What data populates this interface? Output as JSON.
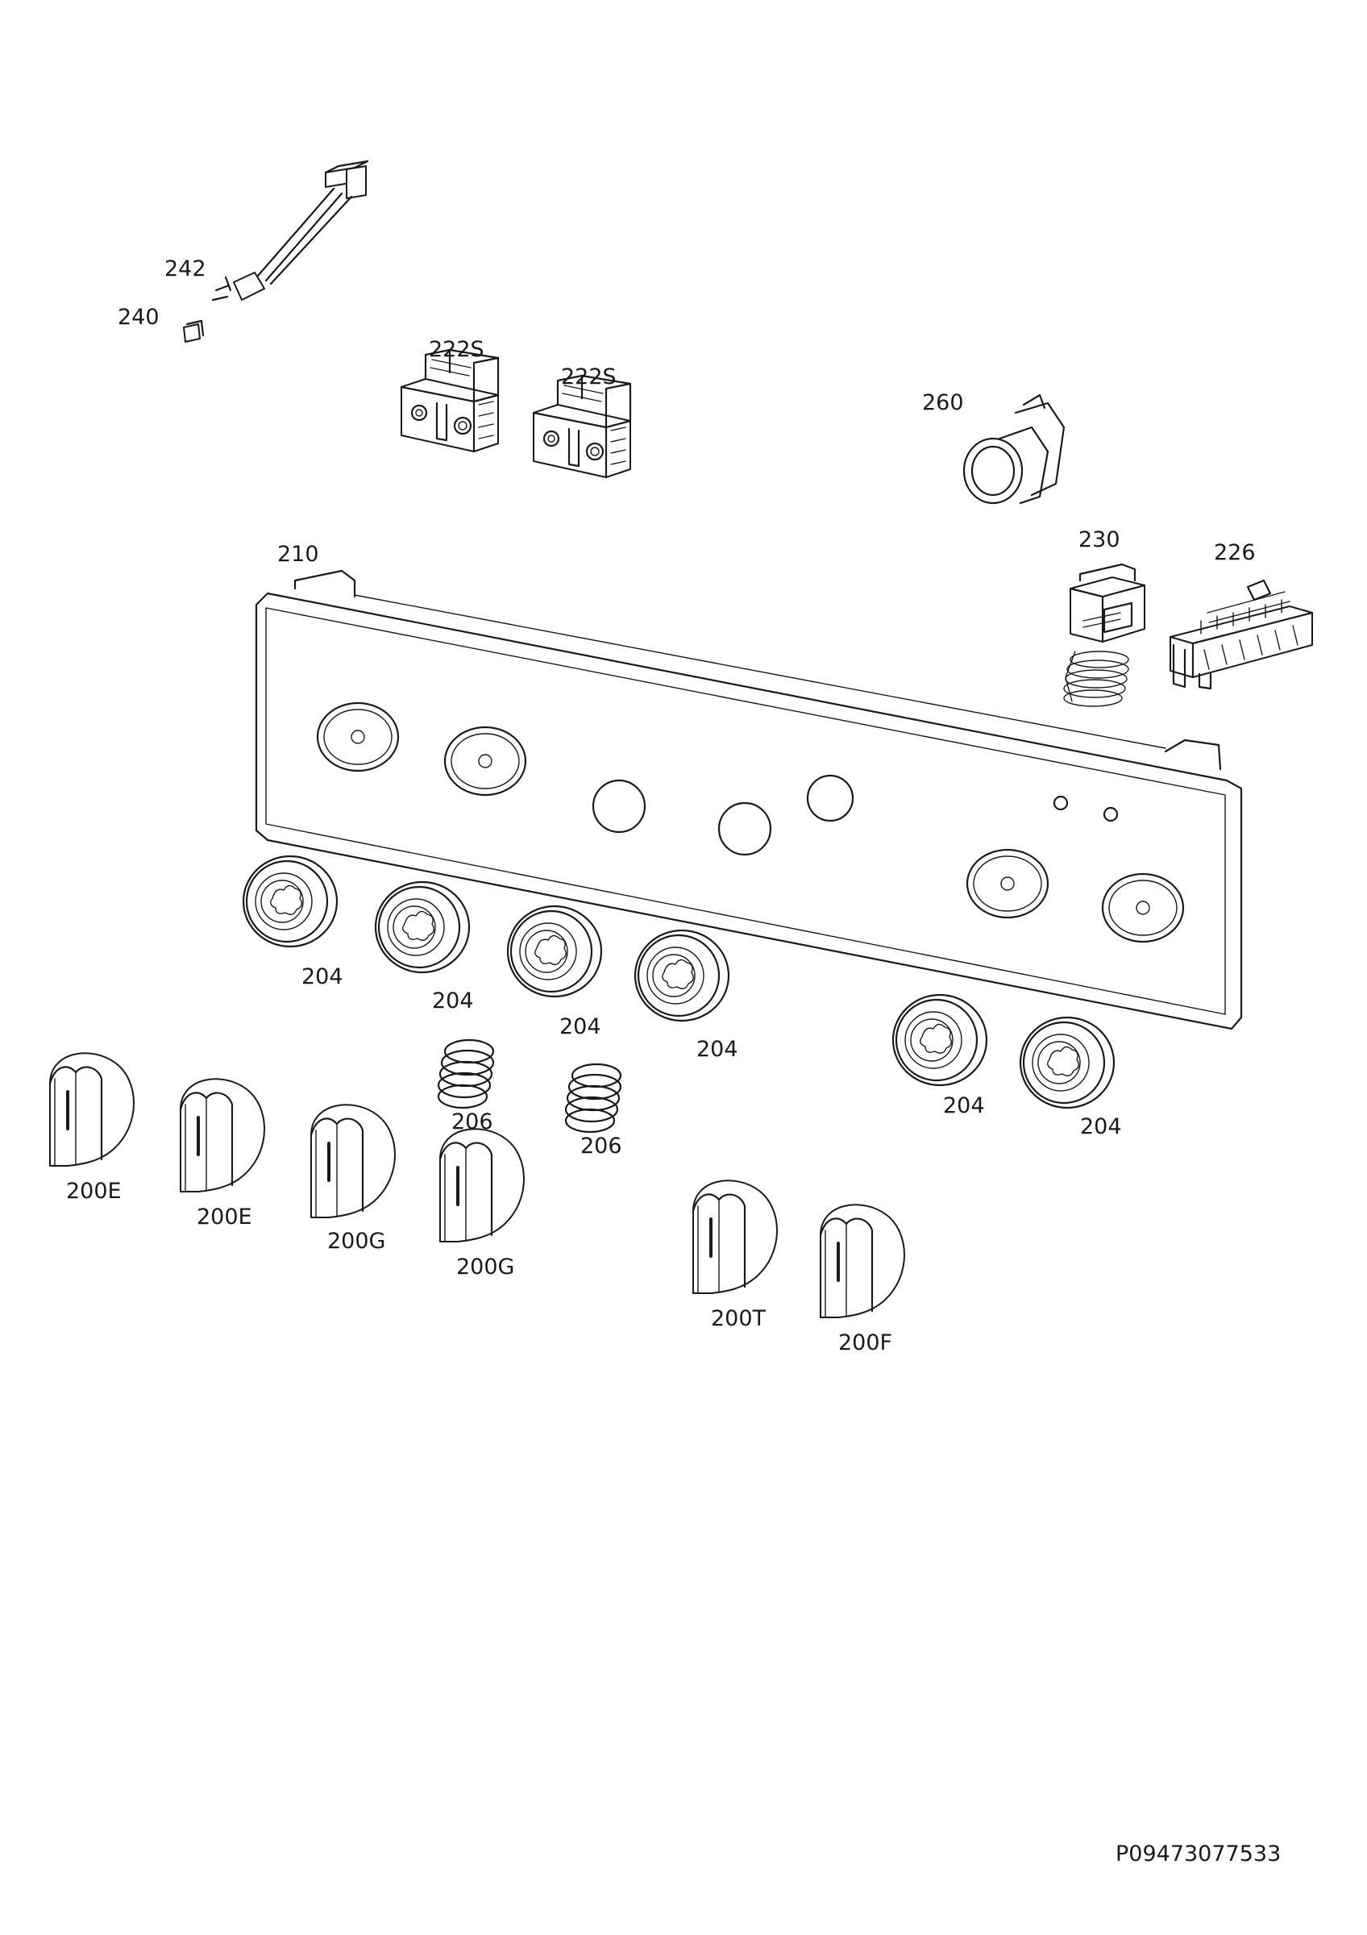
{
  "labels": {
    "p242": "242",
    "p240": "240",
    "p222s_a": "222S",
    "p222s_b": "222S",
    "p260": "260",
    "p210": "210",
    "p230": "230",
    "p226": "226",
    "p204_1": "204",
    "p204_2": "204",
    "p204_3": "204",
    "p204_4": "204",
    "p204_5": "204",
    "p204_6": "204",
    "p206_1": "206",
    "p206_2": "206",
    "p200e_1": "200E",
    "p200e_2": "200E",
    "p200g_1": "200G",
    "p200g_2": "200G",
    "p200t": "200T",
    "p200f": "200F"
  },
  "document_id": "P09473077533"
}
